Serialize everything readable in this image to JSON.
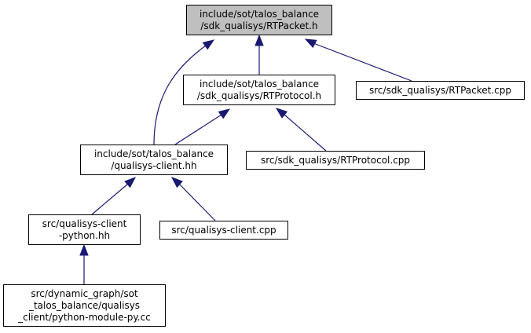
{
  "colors": {
    "edge": "#191970",
    "root_fill": "#bfbfbf",
    "node_fill": "#ffffff",
    "border": "#000000"
  },
  "nodes": [
    {
      "id": "rtpacket_h",
      "lines": [
        "include/sot/talos_balance",
        "/sdk_qualisys/RTPacket.h"
      ],
      "root": true
    },
    {
      "id": "rtprotocol_h",
      "lines": [
        "include/sot/talos_balance",
        "/sdk_qualisys/RTProtocol.h"
      ]
    },
    {
      "id": "rtpacket_cpp",
      "lines": [
        "src/sdk_qualisys/RTPacket.cpp"
      ]
    },
    {
      "id": "qualisys_client_hh",
      "lines": [
        "include/sot/talos_balance",
        "/qualisys-client.hh"
      ]
    },
    {
      "id": "rtprotocol_cpp",
      "lines": [
        "src/sdk_qualisys/RTProtocol.cpp"
      ]
    },
    {
      "id": "qualisys_client_python_hh",
      "lines": [
        "src/qualisys-client",
        "-python.hh"
      ]
    },
    {
      "id": "qualisys_client_cpp",
      "lines": [
        "src/qualisys-client.cpp"
      ]
    },
    {
      "id": "python_module_py_cc",
      "lines": [
        "src/dynamic_graph/sot",
        "_talos_balance/qualisys",
        "_client/python-module-py.cc"
      ]
    }
  ],
  "edges": [
    {
      "from": "rtpacket_h",
      "to": "rtprotocol_h"
    },
    {
      "from": "rtpacket_h",
      "to": "rtpacket_cpp"
    },
    {
      "from": "rtpacket_h",
      "to": "qualisys_client_hh"
    },
    {
      "from": "rtprotocol_h",
      "to": "qualisys_client_hh"
    },
    {
      "from": "rtprotocol_h",
      "to": "rtprotocol_cpp"
    },
    {
      "from": "qualisys_client_hh",
      "to": "qualisys_client_python_hh"
    },
    {
      "from": "qualisys_client_hh",
      "to": "qualisys_client_cpp"
    },
    {
      "from": "qualisys_client_python_hh",
      "to": "python_module_py_cc"
    }
  ]
}
